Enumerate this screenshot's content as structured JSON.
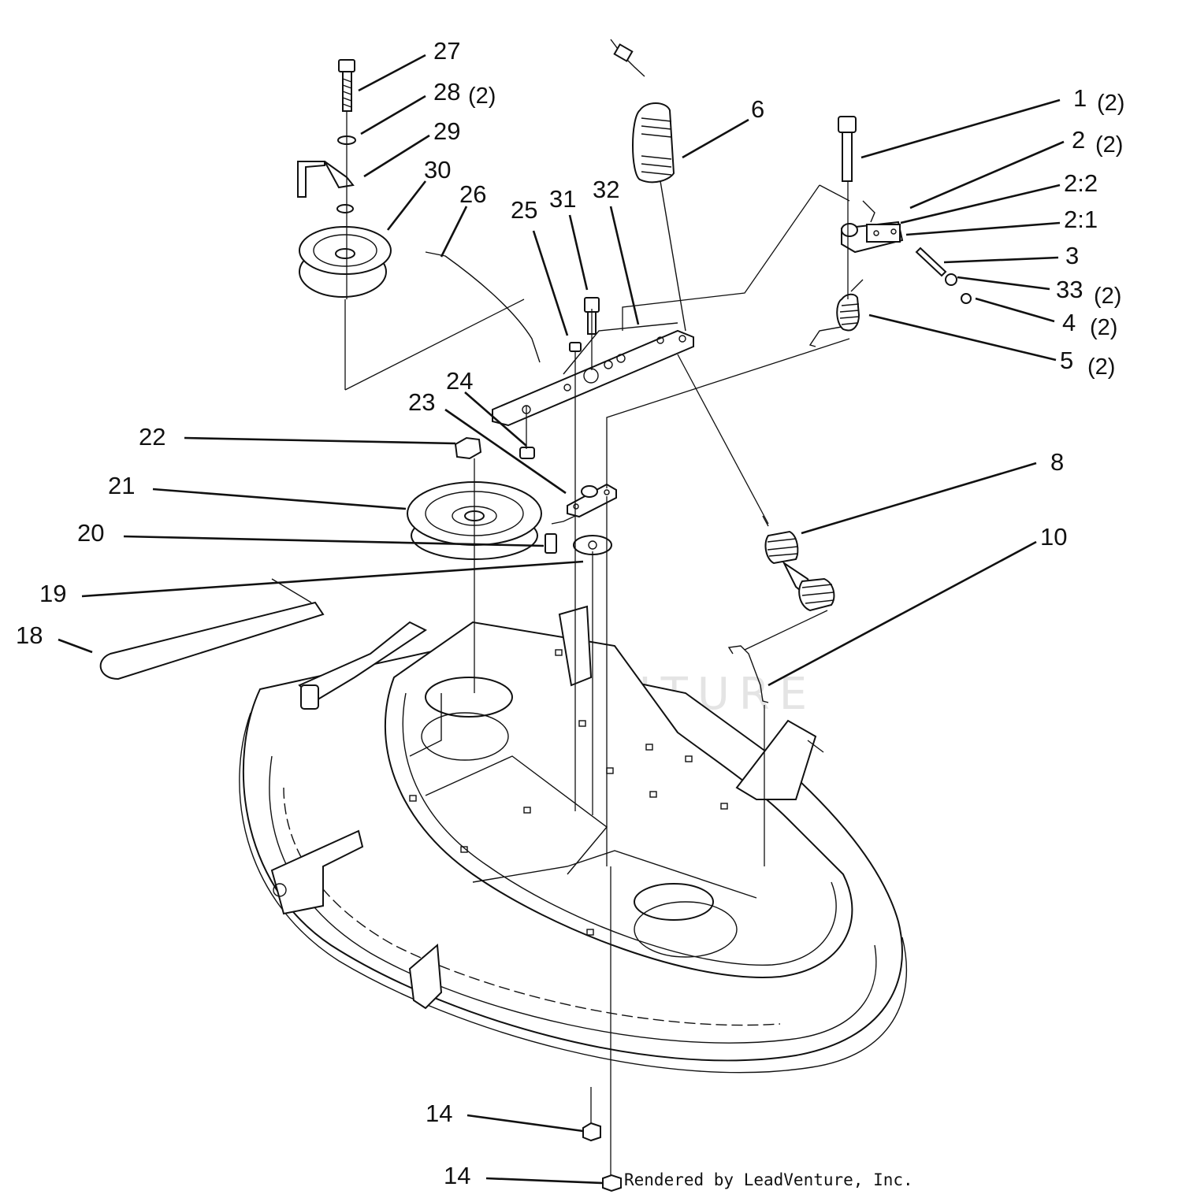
{
  "watermark": "LEADVENTURE",
  "credit": "Rendered by LeadVenture, Inc.",
  "callouts": [
    {
      "id": "c27",
      "num": "27",
      "qty": ""
    },
    {
      "id": "c28",
      "num": "28",
      "qty": "(2)"
    },
    {
      "id": "c29",
      "num": "29",
      "qty": ""
    },
    {
      "id": "c30",
      "num": "30",
      "qty": ""
    },
    {
      "id": "c26",
      "num": "26",
      "qty": ""
    },
    {
      "id": "c25",
      "num": "25",
      "qty": ""
    },
    {
      "id": "c31",
      "num": "31",
      "qty": ""
    },
    {
      "id": "c32",
      "num": "32",
      "qty": ""
    },
    {
      "id": "c6",
      "num": "6",
      "qty": ""
    },
    {
      "id": "c1",
      "num": "1",
      "qty": "(2)"
    },
    {
      "id": "c2",
      "num": "2",
      "qty": "(2)"
    },
    {
      "id": "c22b",
      "num": "2:2",
      "qty": ""
    },
    {
      "id": "c21b",
      "num": "2:1",
      "qty": ""
    },
    {
      "id": "c3",
      "num": "3",
      "qty": ""
    },
    {
      "id": "c33",
      "num": "33",
      "qty": "(2)"
    },
    {
      "id": "c4",
      "num": "4",
      "qty": "(2)"
    },
    {
      "id": "c5",
      "num": "5",
      "qty": "(2)"
    },
    {
      "id": "c24",
      "num": "24",
      "qty": ""
    },
    {
      "id": "c23",
      "num": "23",
      "qty": ""
    },
    {
      "id": "c22",
      "num": "22",
      "qty": ""
    },
    {
      "id": "c21",
      "num": "21",
      "qty": ""
    },
    {
      "id": "c20",
      "num": "20",
      "qty": ""
    },
    {
      "id": "c19",
      "num": "19",
      "qty": ""
    },
    {
      "id": "c18",
      "num": "18",
      "qty": ""
    },
    {
      "id": "c8",
      "num": "8",
      "qty": ""
    },
    {
      "id": "c10",
      "num": "10",
      "qty": ""
    },
    {
      "id": "c14a",
      "num": "14",
      "qty": ""
    },
    {
      "id": "c14b",
      "num": "14",
      "qty": ""
    }
  ]
}
